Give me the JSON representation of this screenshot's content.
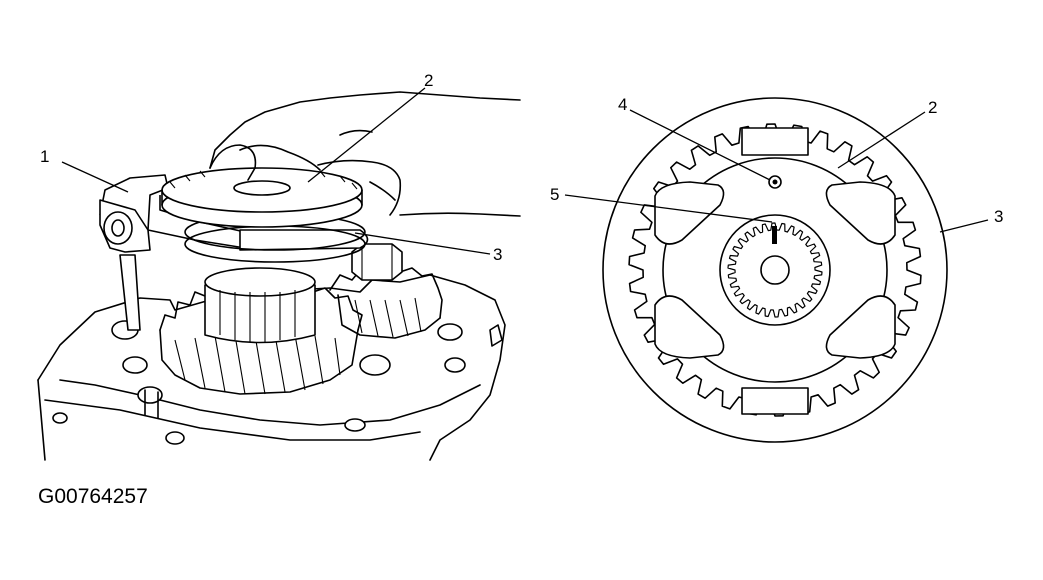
{
  "figure": {
    "id_code": "G00764257",
    "left_view": {
      "callouts": [
        "1",
        "2",
        "3"
      ]
    },
    "right_view": {
      "callouts": [
        "4",
        "2",
        "5",
        "3"
      ]
    }
  },
  "colors": {
    "line": "#000000",
    "background": "#ffffff"
  }
}
